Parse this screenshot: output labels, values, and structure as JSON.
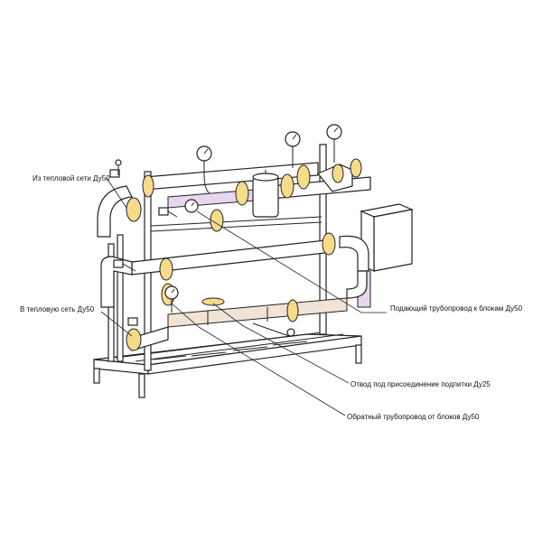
{
  "labels": {
    "from_network": "Из тепловой сети Ду50",
    "to_network": "В тепловую сеть Ду50",
    "supply_to_blocks": "Подающий трубопровод к блокам Ду50",
    "feed_branch": "Отвод под присоединение подпитки Ду25",
    "return_from_blocks": "Обратный трубопровод от блоков Ду50"
  },
  "colors": {
    "flange": "#f6dc8a",
    "supply_pipe": "#e6d7ee",
    "return_pipe": "#f1e3d6",
    "outline": "#222222"
  }
}
